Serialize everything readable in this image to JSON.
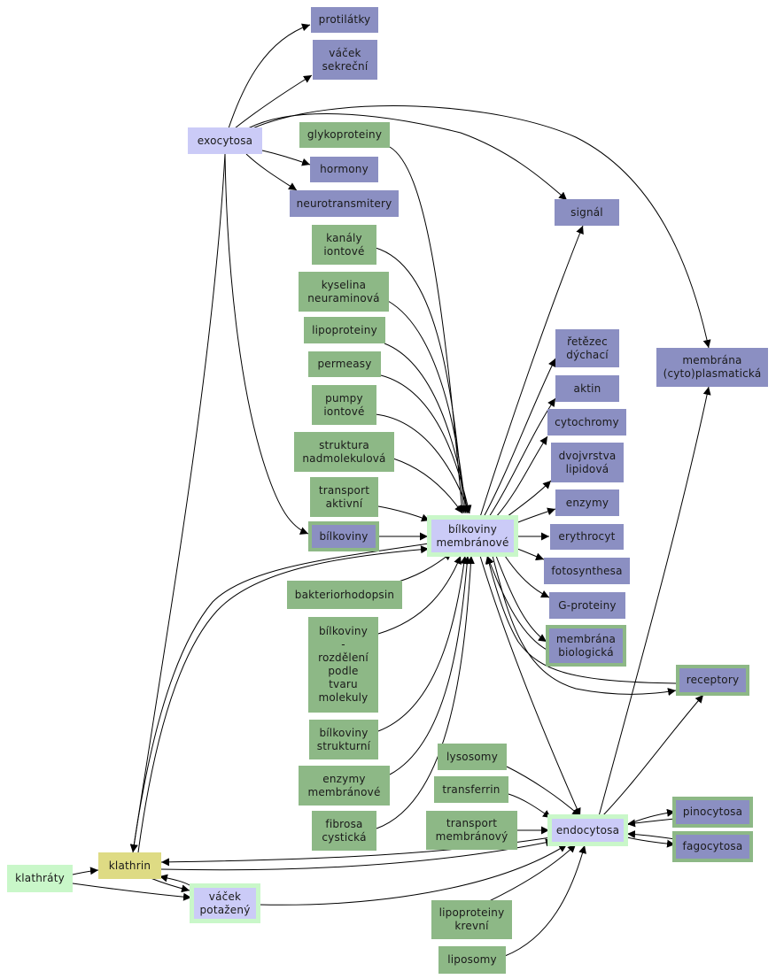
{
  "nodes": {
    "protilatky": "protilátky",
    "vacek_sekrecni": "váček\nsekreční",
    "exocytosa": "exocytosa",
    "glykoproteiny": "glykoproteiny",
    "hormony": "hormony",
    "neurotransmitery": "neurotransmitery",
    "signal": "signál",
    "kanaly_iontove": "kanály\niontové",
    "kyselina_neuraminova": "kyselina\nneuraminová",
    "lipoproteiny": "lipoproteiny",
    "permeasy": "permeasy",
    "pumpy_iontove": "pumpy\niontové",
    "struktura_nadmolekulova": "struktura\nnadmolekulová",
    "transport_aktivni": "transport\naktivní",
    "bilkoviny": "bílkoviny",
    "bilkoviny_membranove": "bílkoviny\nmembránové",
    "bakteriorhodopsin": "bakteriorhodopsin",
    "bilkoviny_rozdeleni": "bílkoviny\n-\nrozdělení\npodle\ntvaru\nmolekuly",
    "bilkoviny_strukturni": "bílkoviny\nstrukturní",
    "enzymy_membranove": "enzymy\nmembránové",
    "fibrosa_cysticka": "fibrosa\ncystická",
    "retezec_dychaci": "řetězec\ndýchací",
    "aktin": "aktin",
    "cytochromy": "cytochromy",
    "dvojvrstva_lipidova": "dvojvrstva\nlipidová",
    "enzymy": "enzymy",
    "erythrocyt": "erythrocyt",
    "fotosynthesa": "fotosynthesa",
    "g_proteiny": "G-proteiny",
    "membrana_biologicka": "membrána\nbiologická",
    "receptory": "receptory",
    "membrana_cytoplasmaticka": "membrána\n(cyto)plasmatická",
    "lysosomy": "lysosomy",
    "transferrin": "transferrin",
    "transport_membranovy": "transport\nmembránový",
    "endocytosa": "endocytosa",
    "pinocytosa": "pinocytosa",
    "fagocytosa": "fagocytosa",
    "lipoproteiny_krevni": "lipoproteiny\nkrevní",
    "liposomy": "liposomy",
    "klathrin": "klathrin",
    "klathraty": "klathráty",
    "vacek_potazeny": "váček\npotažený"
  },
  "colors": {
    "green": "#8db886",
    "purple": "#8b8fc2",
    "lavender": "#cbcbf7",
    "light_green": "#c9f7c9",
    "yellow": "#dedb84"
  }
}
